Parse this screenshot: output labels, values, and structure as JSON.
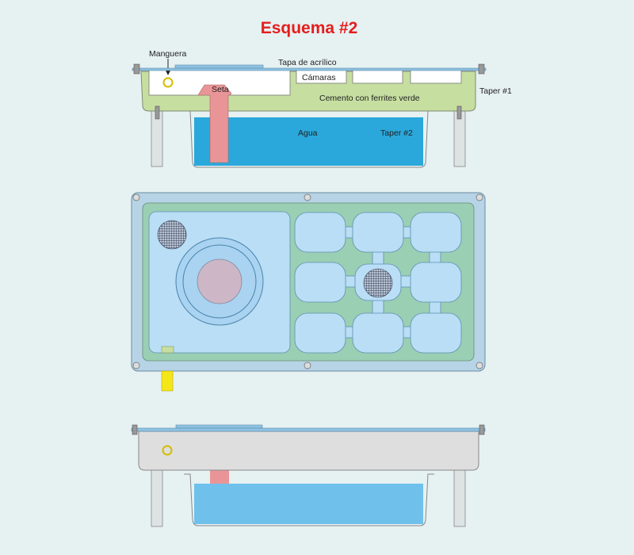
{
  "title": "Esquema #2",
  "labels": {
    "manguera": "Manguera",
    "tapa": "Tapa de acrílico",
    "camaras": "Cámaras",
    "seta": "Seta",
    "cemento": "Cemento con ferrites verde",
    "taper1": "Taper #1",
    "agua": "Agua",
    "taper2": "Taper #2"
  },
  "colors": {
    "title": "#e41e1e",
    "cement": "#c6dea0",
    "water": "#2aa8db",
    "water_light": "#6fc1ec",
    "seta": "#e99597",
    "lid": "#8fc3e3",
    "tray_outer": "#b6d4e6",
    "tray_inner": "#9bcfb4",
    "chamber": "#b9def5",
    "hose_tip": "#f5e619"
  },
  "icons": [
    "screw-icon",
    "mesh-icon",
    "hose-ring-icon"
  ]
}
